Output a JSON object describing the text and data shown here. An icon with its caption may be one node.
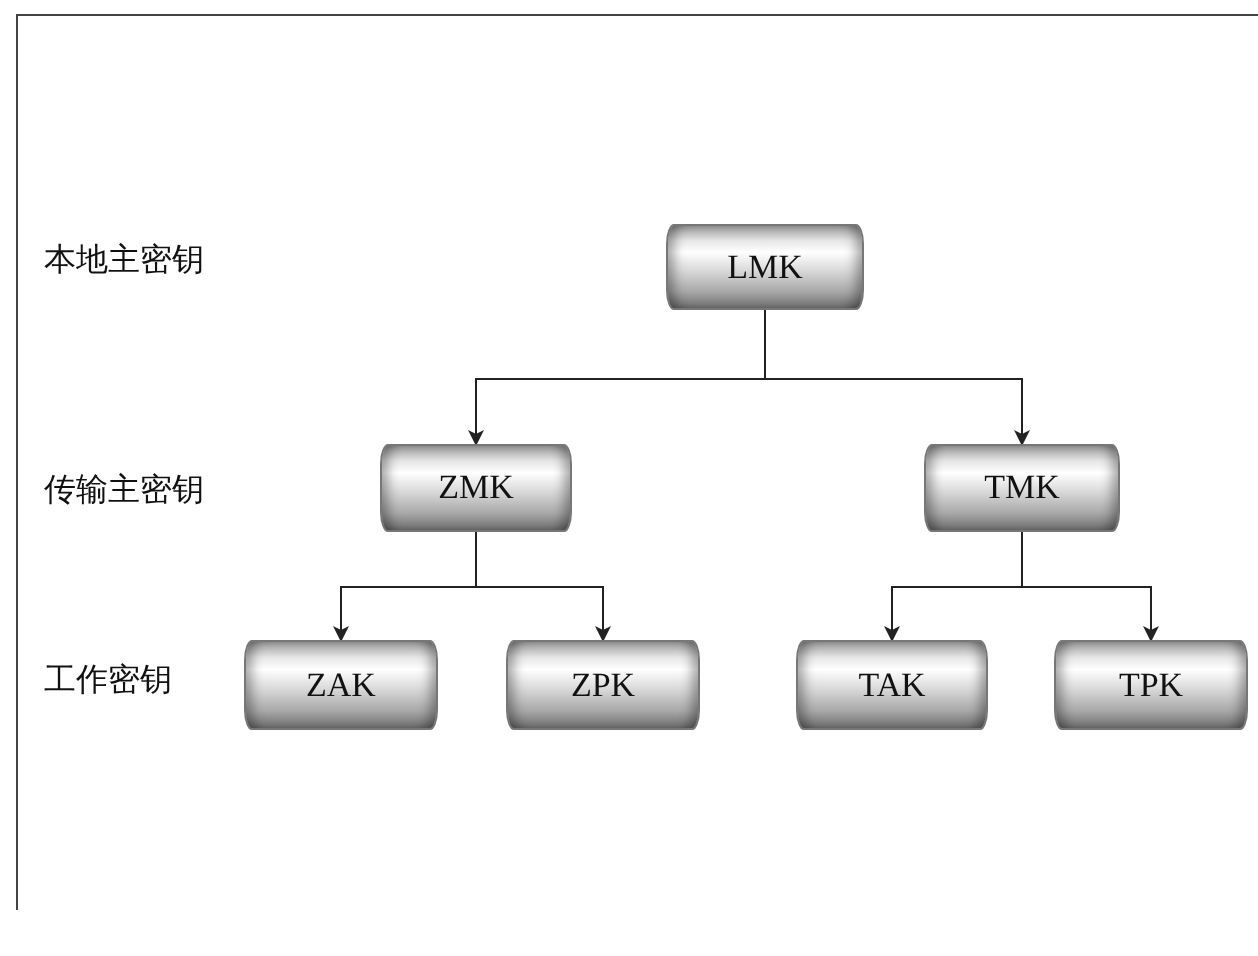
{
  "diagram": {
    "nodes": [
      {
        "text": [
          "LMK"
        ]
      },
      {
        "text": [
          "ZMK"
        ]
      },
      {
        "text": [
          "TMK"
        ]
      },
      {
        "text": [
          "ZAK"
        ]
      },
      {
        "text": [
          "ZPK"
        ]
      },
      {
        "text": [
          "TAK"
        ]
      },
      {
        "text": [
          "TPK"
        ]
      }
    ],
    "edges": [
      {
        "from": 0,
        "to": 1,
        "arrow": "to"
      },
      {
        "from": 0,
        "to": 2,
        "arrow": "to"
      },
      {
        "from": 1,
        "to": 3,
        "arrow": "to"
      },
      {
        "from": 1,
        "to": 4,
        "arrow": "to"
      },
      {
        "from": 2,
        "to": 5,
        "arrow": "to"
      },
      {
        "from": 2,
        "to": 6,
        "arrow": "to"
      }
    ],
    "labels": [
      "本地主密钥",
      "传输主密钥",
      "工作密钥"
    ]
  }
}
